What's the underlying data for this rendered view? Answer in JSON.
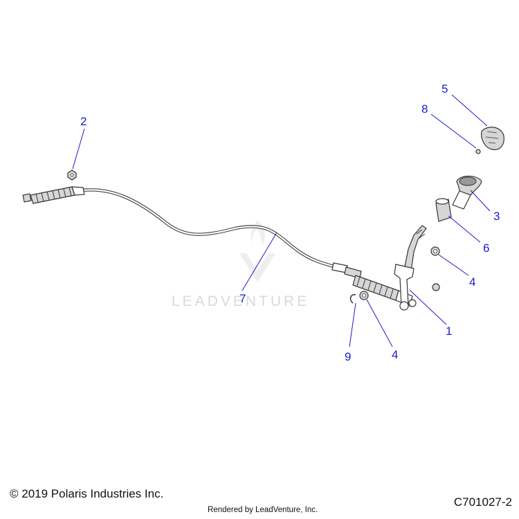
{
  "drawing": {
    "number": "C701027-2",
    "copyright": "© 2019 Polaris Industries Inc.",
    "rendered_by": "Rendered by LeadVenture, Inc.",
    "watermark": "LEADVENTURE"
  },
  "colors": {
    "callout": "#1a1acc",
    "line_art": "#333333",
    "watermark": "#d9d9d9"
  },
  "callouts": [
    {
      "id": "c2",
      "label": "2"
    },
    {
      "id": "c5",
      "label": "5"
    },
    {
      "id": "c8",
      "label": "8"
    },
    {
      "id": "c3",
      "label": "3"
    },
    {
      "id": "c6",
      "label": "6"
    },
    {
      "id": "c4a",
      "label": "4"
    },
    {
      "id": "c7",
      "label": "7"
    },
    {
      "id": "c1",
      "label": "1"
    },
    {
      "id": "c9",
      "label": "9"
    },
    {
      "id": "c4b",
      "label": "4"
    }
  ]
}
